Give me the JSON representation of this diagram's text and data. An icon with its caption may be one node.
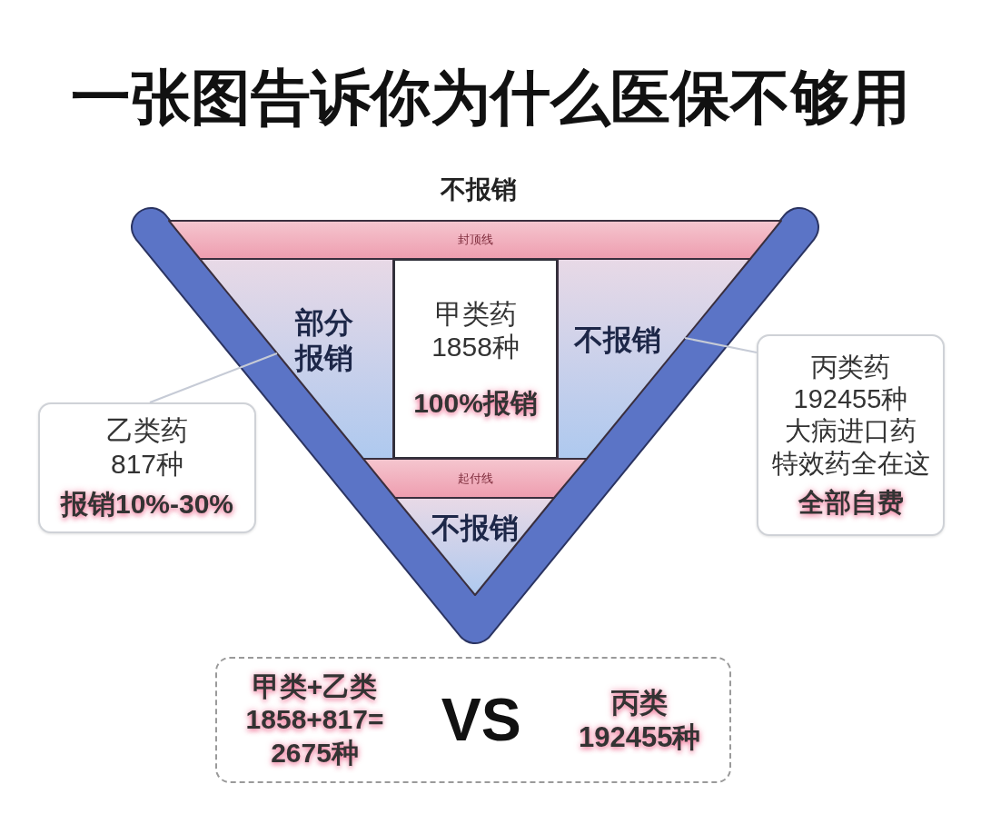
{
  "diagram": {
    "title": "一张图告诉你为什么医保不够用",
    "nodes": [
      {
        "text": [],
        "shape": "triangle"
      },
      {
        "text": [
          "封顶线"
        ],
        "in": 0
      },
      {
        "text": [
          "部分报销"
        ],
        "in": 0
      },
      {
        "text": [
          "甲类药1858种",
          "100%报销"
        ],
        "in": 0
      },
      {
        "text": [
          "不报销"
        ],
        "in": 0
      },
      {
        "text": [
          "起付线"
        ],
        "in": 0
      },
      {
        "text": [
          "不报销"
        ],
        "in": 0
      },
      {
        "text": [
          "乙类药817种",
          "报销10%-30%"
        ]
      },
      {
        "text": [
          "丙类药192455种大病进口药特效药全在这",
          "全部自费"
        ]
      },
      {
        "text": [
          "甲类+乙类1858+817=2675种",
          "VS",
          "丙类192455种"
        ]
      }
    ],
    "edges": [
      {
        "from": 7,
        "to": 2,
        "arrow": "none"
      },
      {
        "from": 8,
        "to": 4,
        "arrow": "none"
      }
    ],
    "labels": [
      "不报销"
    ]
  }
}
